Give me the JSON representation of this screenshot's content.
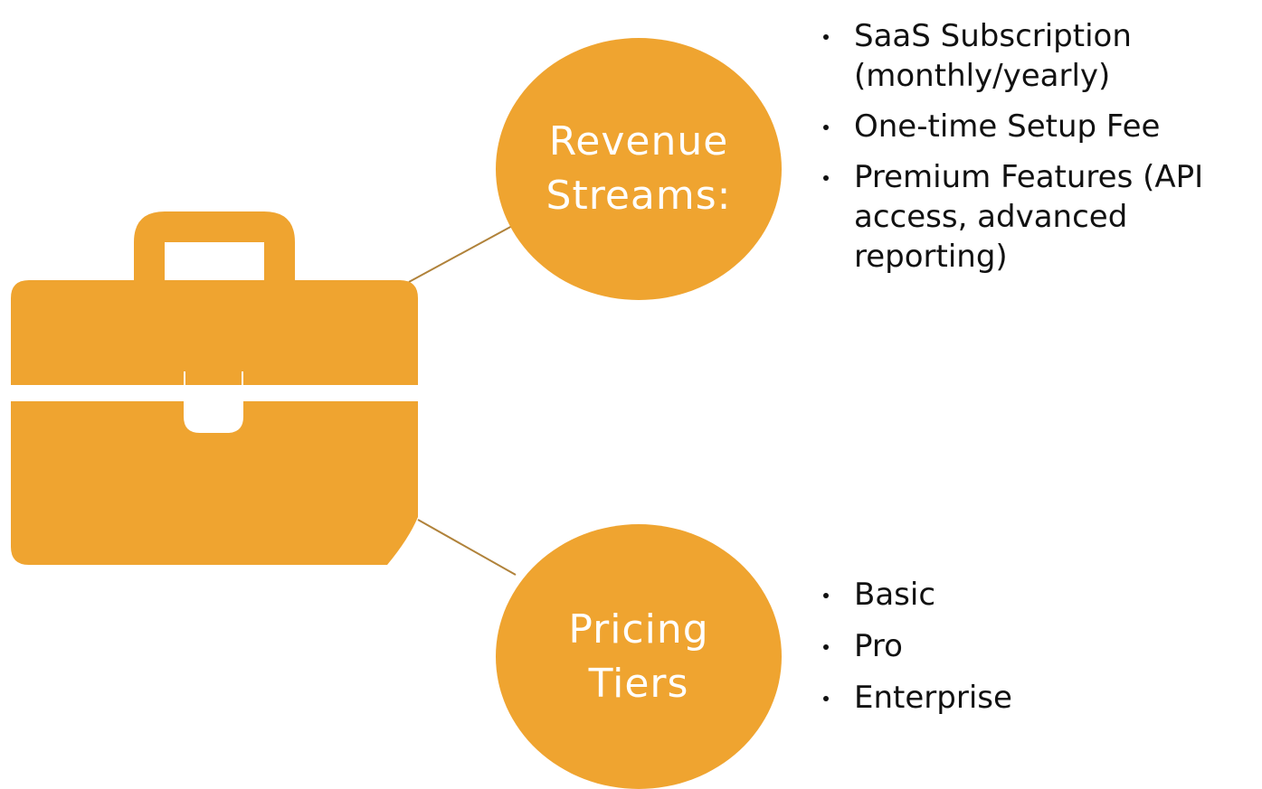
{
  "accent_color": "#EFA430",
  "connector_color": "#B0823A",
  "icon": "briefcase-icon",
  "nodes": [
    {
      "label": "Revenue Streams:",
      "items": [
        "SaaS Subscription (monthly/yearly)",
        "One-time Setup Fee",
        "Premium Features (API access, advanced reporting)"
      ]
    },
    {
      "label": "Pricing Tiers",
      "items": [
        "Basic",
        "Pro",
        "Enterprise"
      ]
    }
  ]
}
